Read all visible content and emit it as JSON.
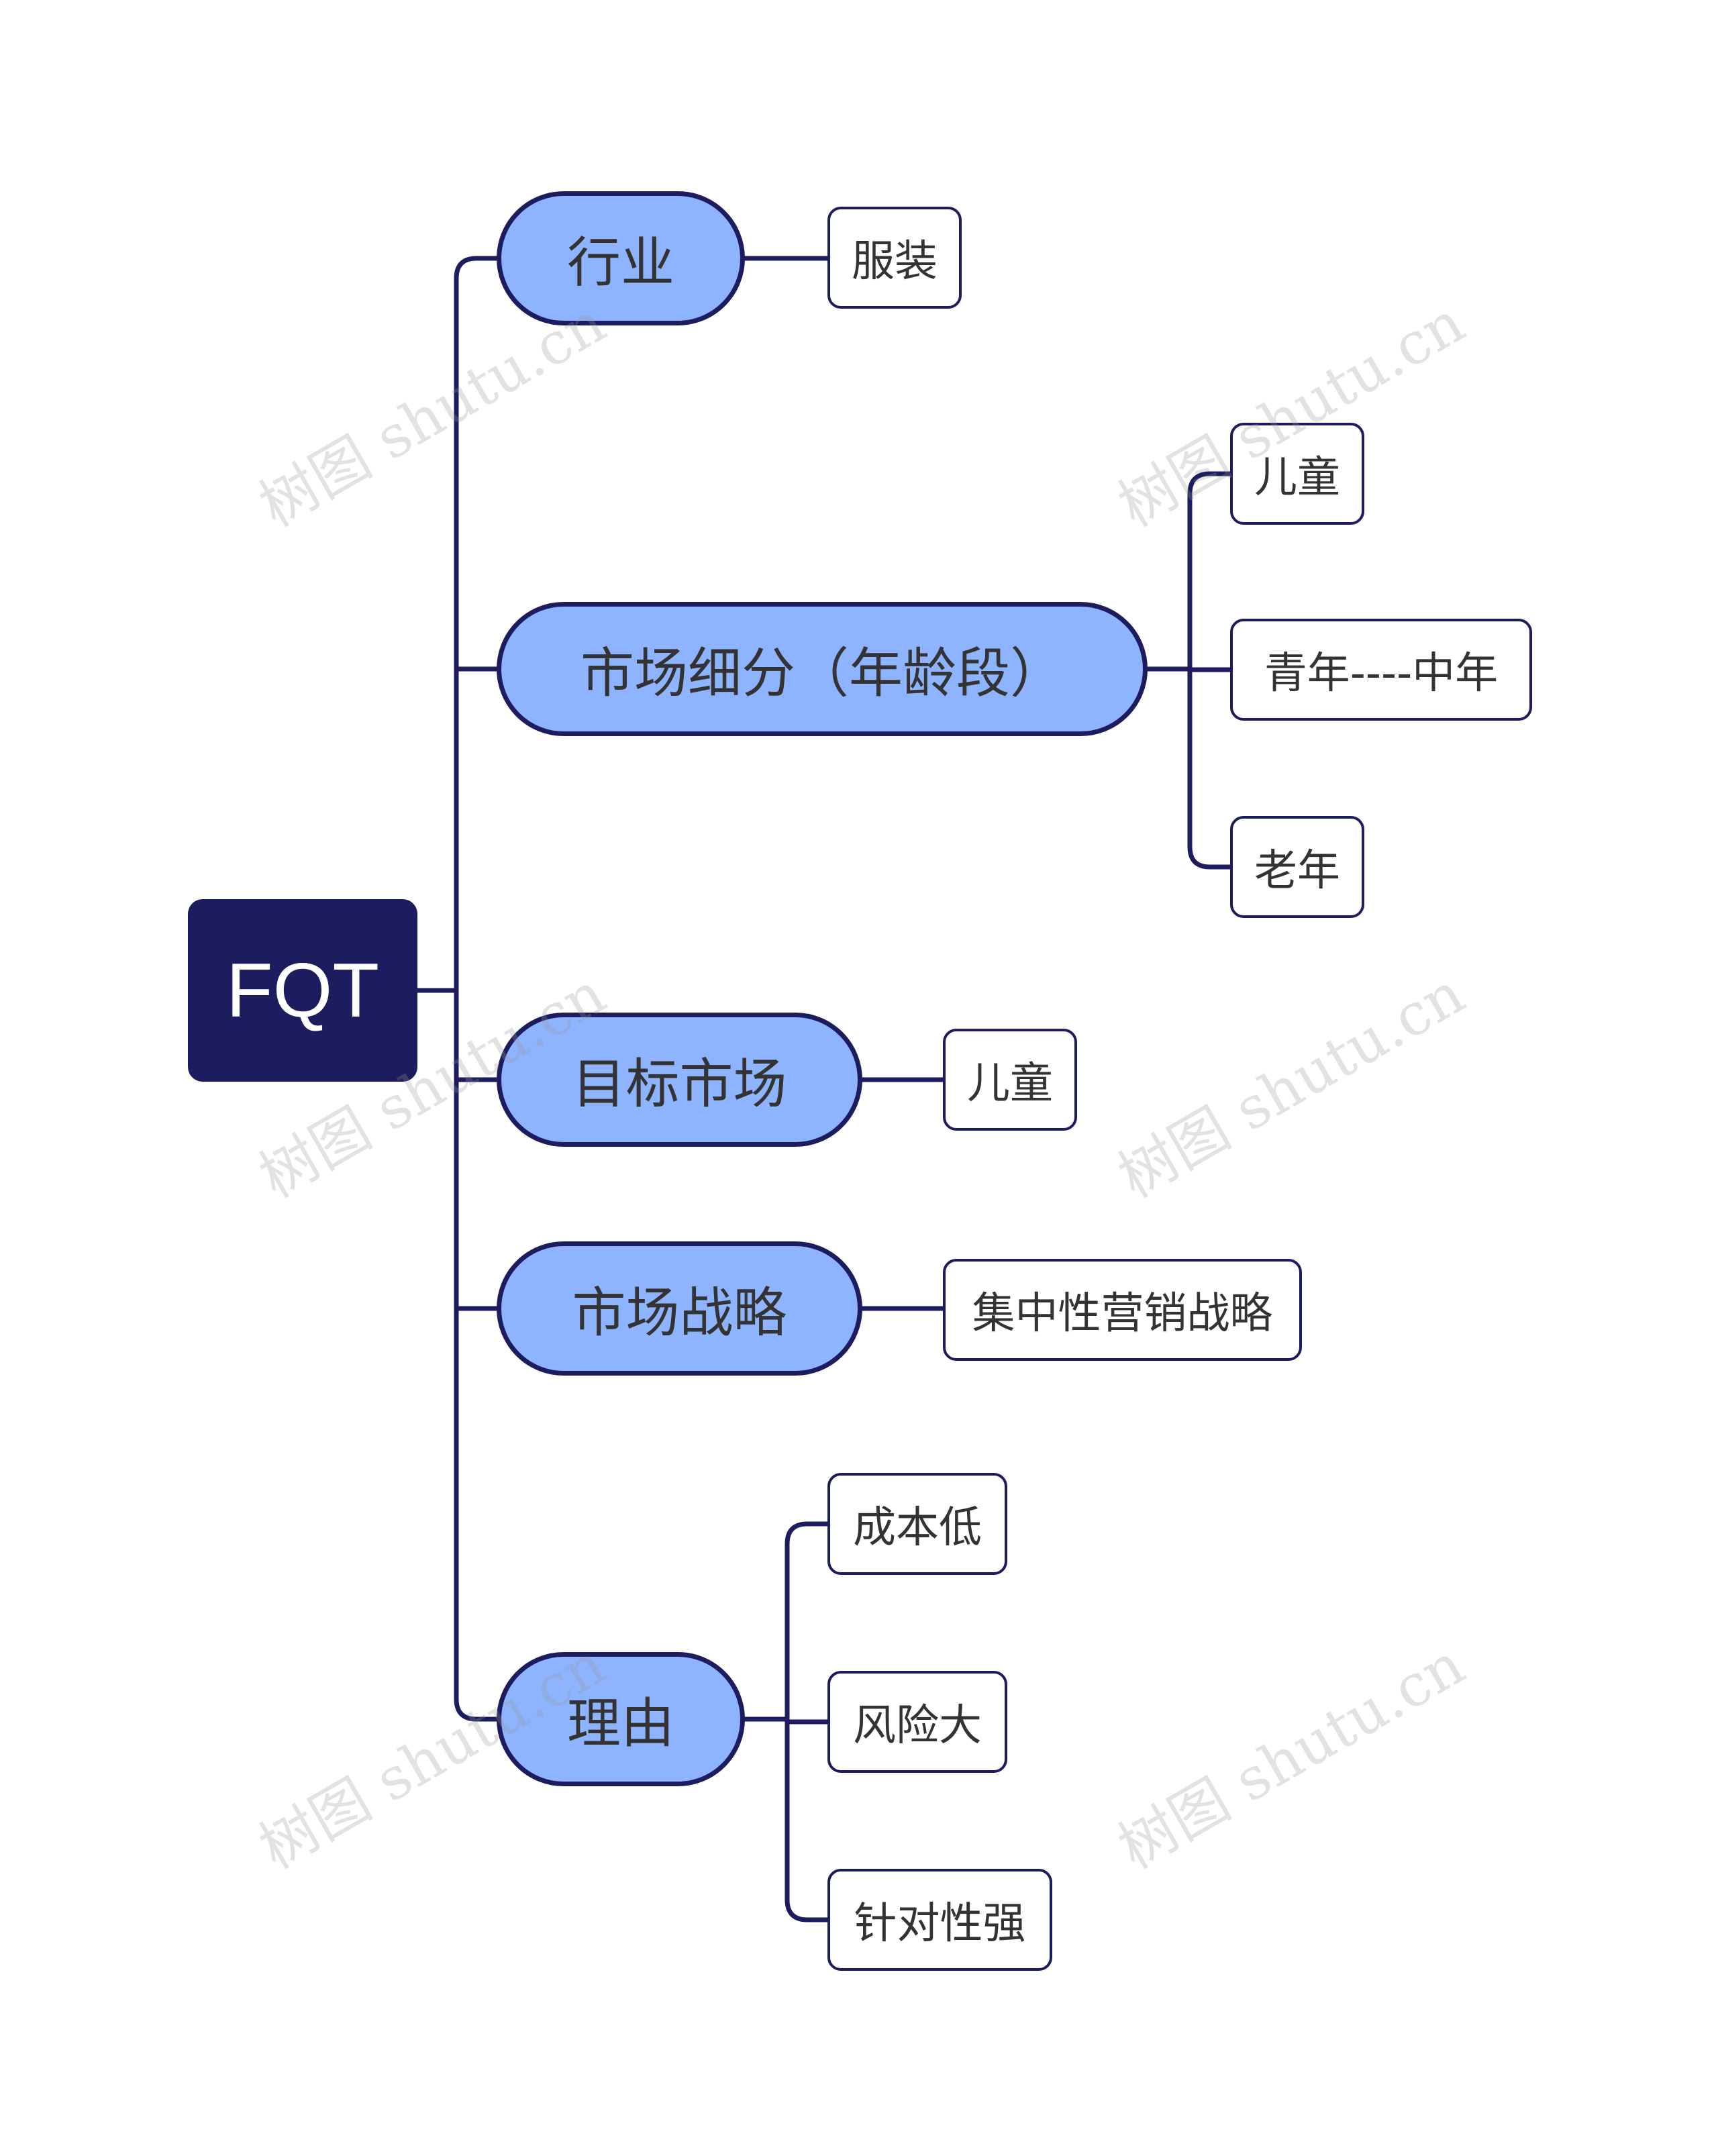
{
  "root": {
    "label": "FQT"
  },
  "branches": [
    {
      "label": "行业",
      "children": [
        "服装"
      ]
    },
    {
      "label": "市场细分（年龄段）",
      "children": [
        "儿童",
        "青年----中年",
        "老年"
      ]
    },
    {
      "label": "目标市场",
      "children": [
        "儿童"
      ]
    },
    {
      "label": "市场战略",
      "children": [
        "集中性营销战略"
      ]
    },
    {
      "label": "理由",
      "children": [
        "成本低",
        "风险大",
        "针对性强"
      ]
    }
  ],
  "watermark": "树图 shutu.cn",
  "colors": {
    "root_fill": "#1c1c5e",
    "branch_fill": "#8fb4ff",
    "line": "#1c1c5e",
    "leaf_fill": "#ffffff",
    "text": "#333333"
  }
}
